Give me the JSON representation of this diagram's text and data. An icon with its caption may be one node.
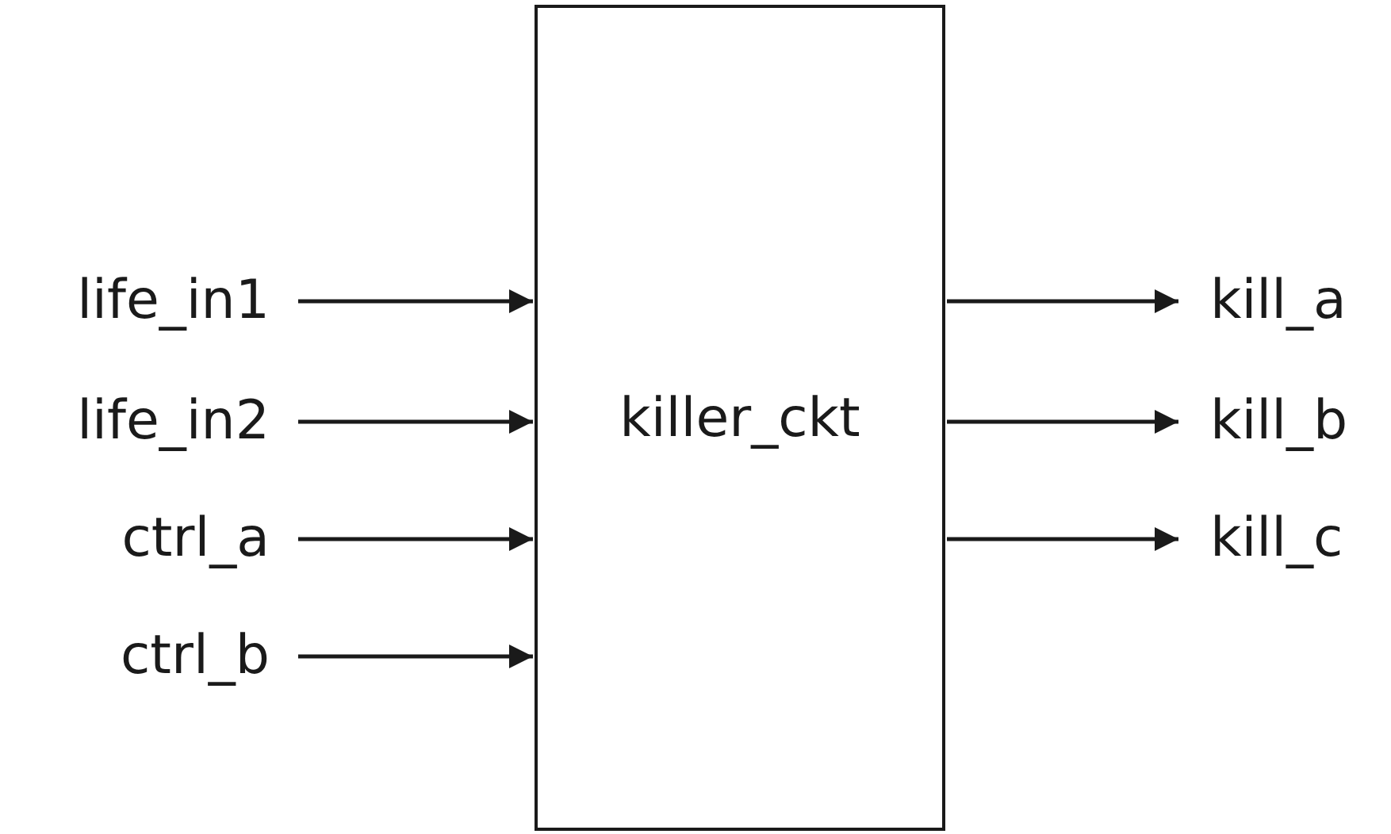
{
  "diagram": {
    "nodes": [
      {
        "text": [
          "killer_ckt"
        ]
      },
      {
        "text": [
          "life_in1"
        ]
      },
      {
        "text": [
          "life_in2"
        ]
      },
      {
        "text": [
          "ctrl_a"
        ]
      },
      {
        "text": [
          "ctrl_b"
        ]
      },
      {
        "text": [
          "kill_a"
        ]
      },
      {
        "text": [
          "kill_b"
        ]
      },
      {
        "text": [
          "kill_c"
        ]
      }
    ],
    "edges": [
      {
        "from": 1,
        "to": 0,
        "arrow": "to"
      },
      {
        "from": 2,
        "to": 0,
        "arrow": "to"
      },
      {
        "from": 3,
        "to": 0,
        "arrow": "to"
      },
      {
        "from": 4,
        "to": 0,
        "arrow": "to"
      },
      {
        "from": 0,
        "to": 5,
        "arrow": "to"
      },
      {
        "from": 0,
        "to": 6,
        "arrow": "to"
      },
      {
        "from": 0,
        "to": 7,
        "arrow": "to"
      }
    ]
  }
}
